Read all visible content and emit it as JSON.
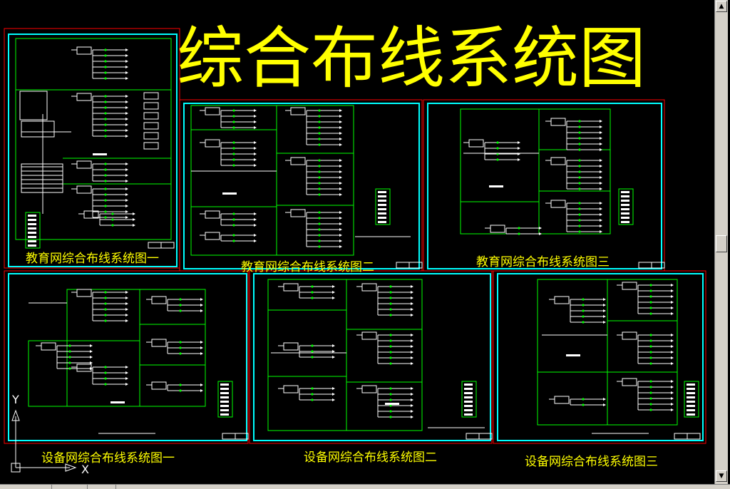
{
  "main_title": "综合布线系统图",
  "sheets": [
    {
      "caption": "教育网综合布线系统图一"
    },
    {
      "caption": "教育网综合布线系统图二"
    },
    {
      "caption": "教育网综合布线系统图三"
    },
    {
      "caption": "设备网综合布线系统图一"
    },
    {
      "caption": "设备网综合布线系统图二"
    },
    {
      "caption": "设备网综合布线系统图三"
    }
  ],
  "ucs": {
    "x_label": "X",
    "y_label": "Y"
  },
  "colors": {
    "background": "#000000",
    "sheet_border": "#ff0000",
    "frame": "#00ffff",
    "lines": "#00ff00",
    "white": "#ffffff",
    "title": "#ffff00"
  }
}
